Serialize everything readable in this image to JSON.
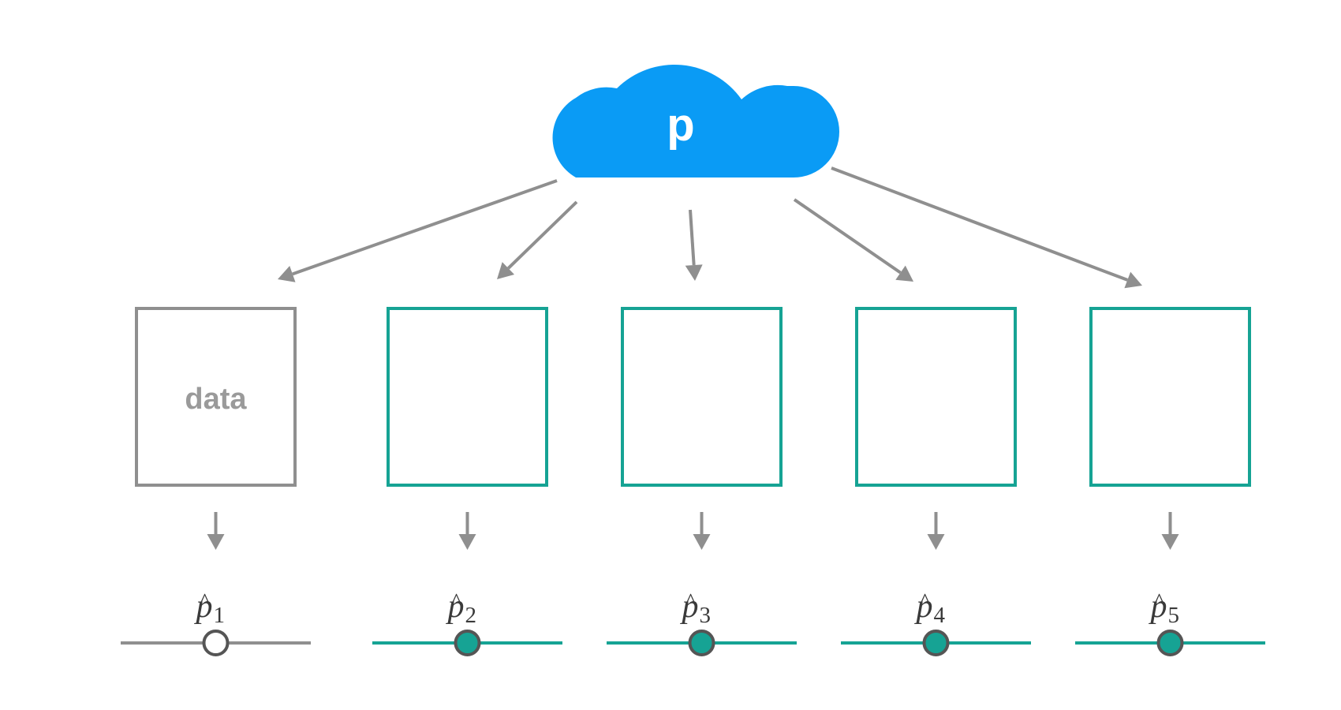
{
  "cloud": {
    "label": "p",
    "color": "#0a9bf5"
  },
  "colors": {
    "observed": "#8f8f8f",
    "simulated": "#16a394",
    "arrow": "#8f8f8f",
    "dot_outline": "#555555"
  },
  "samples": [
    {
      "box_label": "data",
      "estimate_letter": "p",
      "estimate_hat": "^",
      "estimate_subscript": "1",
      "kind": "observed"
    },
    {
      "box_label": "",
      "estimate_letter": "p",
      "estimate_hat": "^",
      "estimate_subscript": "2",
      "kind": "simulated"
    },
    {
      "box_label": "",
      "estimate_letter": "p",
      "estimate_hat": "^",
      "estimate_subscript": "3",
      "kind": "simulated"
    },
    {
      "box_label": "",
      "estimate_letter": "p",
      "estimate_hat": "^",
      "estimate_subscript": "4",
      "kind": "simulated"
    },
    {
      "box_label": "",
      "estimate_letter": "p",
      "estimate_hat": "^",
      "estimate_subscript": "5",
      "kind": "simulated"
    }
  ]
}
